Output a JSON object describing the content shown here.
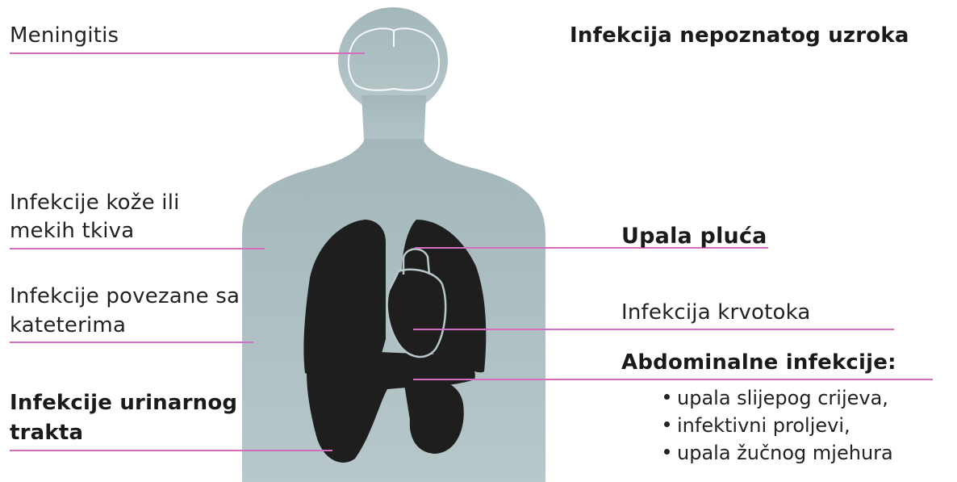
{
  "labels": {
    "meningitis": "Meningitis",
    "unknown_origin": "Infekcija nepoznatog uzroka",
    "skin_line1": "Infekcije kože ili",
    "skin_line2": "mekih tkiva",
    "catheter_line1": "Infekcije povezane sa",
    "catheter_line2": "kateterima",
    "urinary_line1": "Infekcije urinarnog",
    "urinary_line2": "trakta",
    "pneumonia": "Upala pluća",
    "bloodstream": "Infekcija krvotoka",
    "abdominal": "Abdominalne infekcije:",
    "abdominal_items": [
      "upala slijepog crijeva,",
      "infektivni proljevi,",
      "upala žučnog mjehura"
    ]
  },
  "colors": {
    "body": "#a6b9bd",
    "organs": "#1e1e1e",
    "leader_lines": "#d46cc0",
    "text": "#222222"
  }
}
